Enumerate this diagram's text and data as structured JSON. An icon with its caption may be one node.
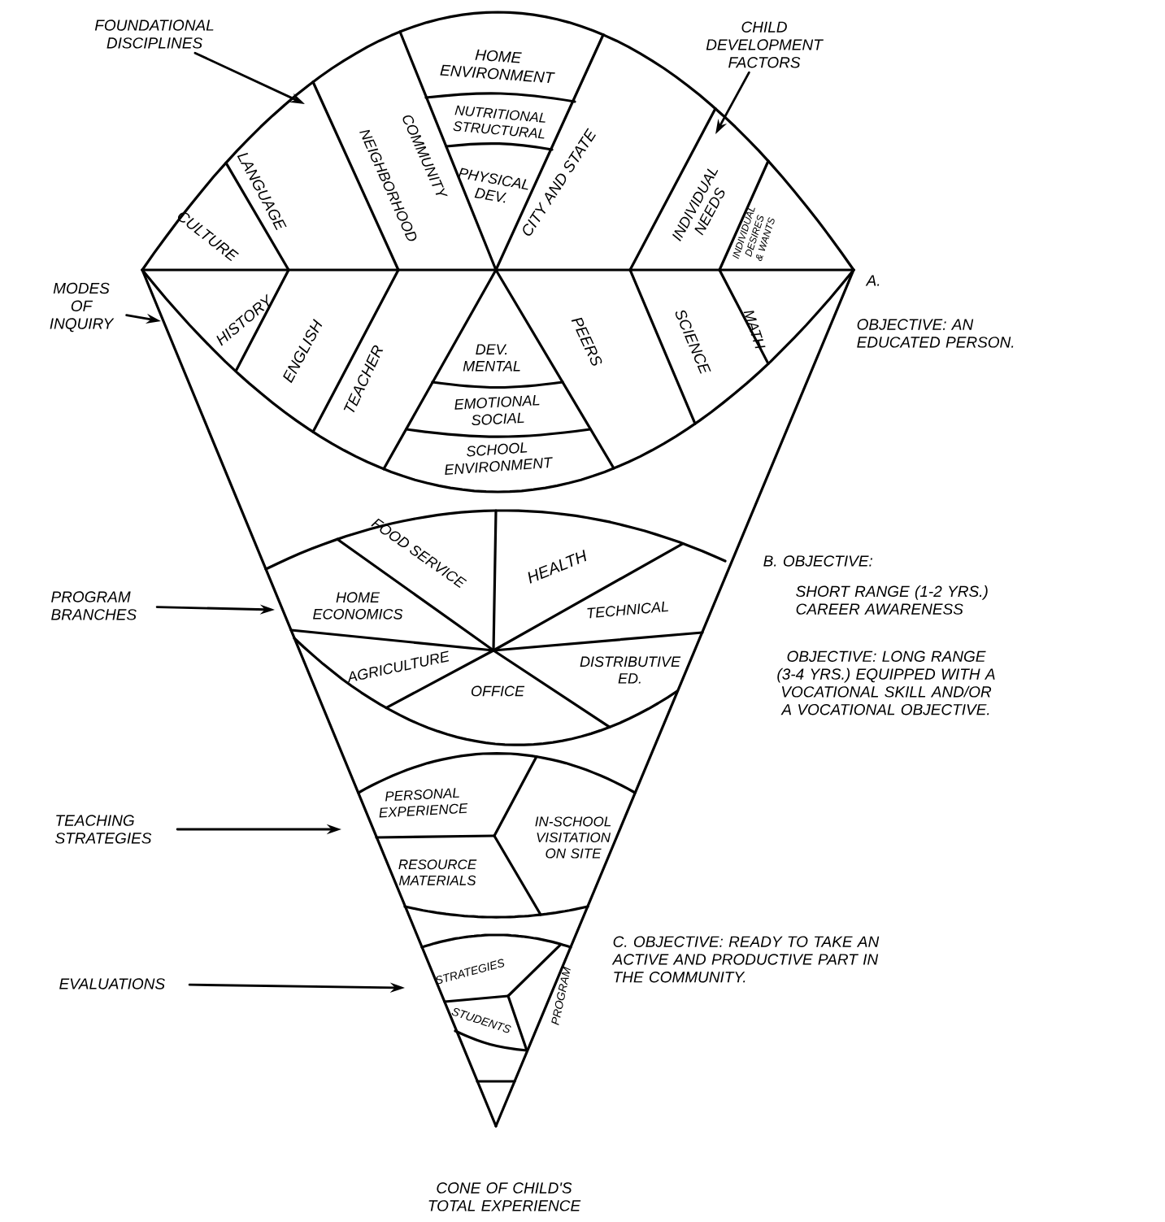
{
  "diagram": {
    "nodes": [
      {
        "text": [
          "FOUNDATIONAL DISCIPLINES"
        ]
      },
      {
        "text": [
          "CHILD DEVELOPMENT FACTORS"
        ]
      },
      {
        "text": [
          "MODES OF INQUIRY"
        ]
      },
      {
        "text": [
          "PROGRAM BRANCHES"
        ]
      },
      {
        "text": [
          "TEACHING STRATEGIES"
        ]
      },
      {
        "text": [
          "EVALUATIONS"
        ]
      }
    ],
    "edges": [
      {
        "from": 0,
        "to": null,
        "arrow": "to"
      },
      {
        "from": 1,
        "to": null,
        "arrow": "to"
      },
      {
        "from": 2,
        "to": null,
        "arrow": "to"
      },
      {
        "from": 3,
        "to": null,
        "arrow": "to"
      },
      {
        "from": 4,
        "to": null,
        "arrow": "to"
      },
      {
        "from": 5,
        "to": null,
        "arrow": "to"
      }
    ],
    "labels": [
      "CULTURE",
      "LANGUAGE",
      "NEIGHBORHOOD",
      "COMMUNITY",
      "HOME ENVIRONMENT",
      "NUTRITIONAL STRUCTURAL",
      "PHYSICAL DEV.",
      "CITY AND STATE",
      "INDIVIDUAL NEEDS",
      "INDIVIDUAL DESIRES & WANTS",
      "HISTORY",
      "ENGLISH",
      "TEACHER",
      "DEV. MENTAL",
      "EMOTIONAL SOCIAL",
      "SCHOOL ENVIRONMENT",
      "PEERS",
      "SCIENCE",
      "MATH",
      "FOOD SERVICE",
      "HEALTH",
      "HOME ECONOMICS",
      "TECHNICAL",
      "AGRICULTURE",
      "DISTRIBUTIVE ED.",
      "OFFICE",
      "PERSONAL EXPERIENCE",
      "IN-SCHOOL VISITATION ON SITE",
      "RESOURCE MATERIALS",
      "STRATEGIES",
      "STUDENTS",
      "PROGRAM",
      "A.",
      "OBJECTIVE: AN EDUCATED PERSON.",
      "B. OBJECTIVE:",
      "SHORT RANGE (1-2 YRS.) CAREER AWARENESS",
      "OBJECTIVE: LONG RANGE (3-4 YRS.) EQUIPPED WITH A VOCATIONAL SKILL AND/OR A VOCATIONAL OBJECTIVE.",
      "C. OBJECTIVE: READY TO TAKE AN ACTIVE AND PRODUCTIVE PART IN THE COMMUNITY.",
      "CONE OF CHILD'S TOTAL EXPERIENCE"
    ]
  }
}
